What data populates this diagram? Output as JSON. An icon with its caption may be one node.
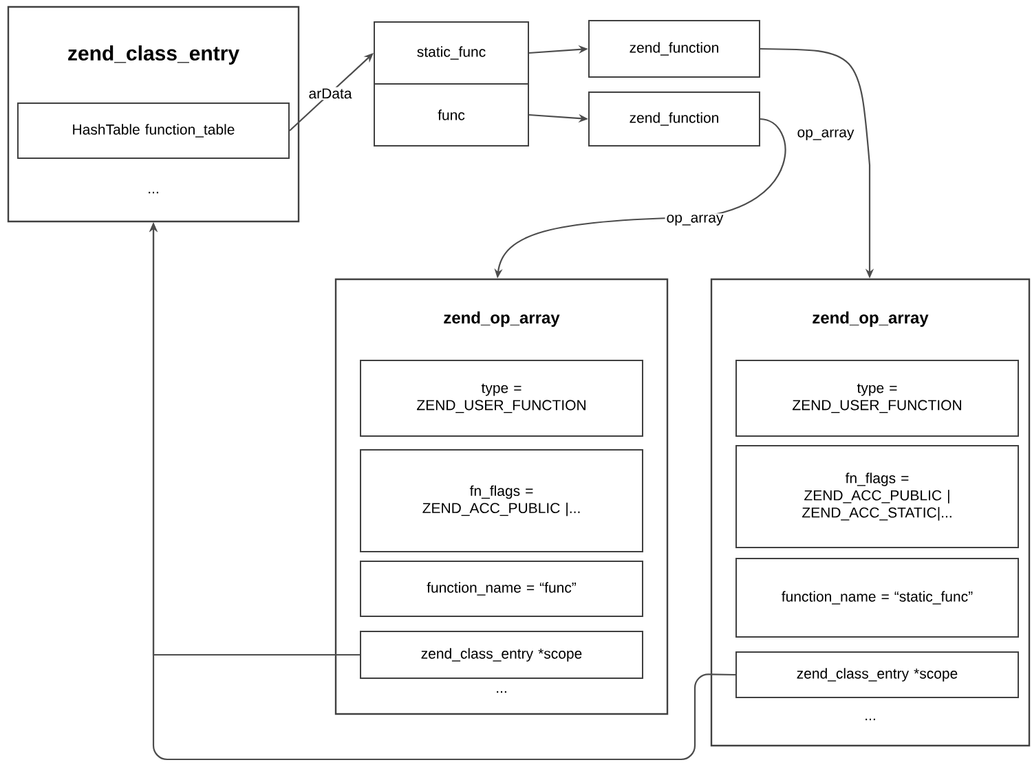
{
  "diagram": {
    "nodes": [
      {
        "text": [
          "zend_class_entry",
          "..."
        ]
      },
      {
        "text": [
          "HashTable function_table"
        ],
        "in": 0
      },
      {
        "text": [
          "static_func"
        ]
      },
      {
        "text": [
          "func"
        ]
      },
      {
        "text": [
          "zend_function"
        ]
      },
      {
        "text": [
          "zend_function"
        ]
      },
      {
        "text": [
          "zend_op_array",
          "..."
        ]
      },
      {
        "text": [
          "type = ZEND_USER_FUNCTION"
        ],
        "in": 6
      },
      {
        "text": [
          "fn_flags = ZEND_ACC_PUBLIC |..."
        ],
        "in": 6
      },
      {
        "text": [
          "function_name = “func”"
        ],
        "in": 6
      },
      {
        "text": [
          "zend_class_entry *scope"
        ],
        "in": 6
      },
      {
        "text": [
          "zend_op_array",
          "..."
        ]
      },
      {
        "text": [
          "type = ZEND_USER_FUNCTION"
        ],
        "in": 11
      },
      {
        "text": [
          "fn_flags = ZEND_ACC_PUBLIC | ZEND_ACC_STATIC|..."
        ],
        "in": 11
      },
      {
        "text": [
          "function_name = “static_func”"
        ],
        "in": 11
      },
      {
        "text": [
          "zend_class_entry *scope"
        ],
        "in": 11
      }
    ],
    "edges": [
      {
        "from": 1,
        "to": 2,
        "arrow": "to",
        "label": "arData"
      },
      {
        "from": 2,
        "to": 4,
        "arrow": "to"
      },
      {
        "from": 3,
        "to": 5,
        "arrow": "to"
      },
      {
        "from": 4,
        "to": 11,
        "arrow": "to",
        "label": "op_array"
      },
      {
        "from": 5,
        "to": 6,
        "arrow": "to",
        "label": "op_array"
      },
      {
        "from": 10,
        "to": 0,
        "arrow": "to"
      },
      {
        "from": 15,
        "to": 0,
        "arrow": "to"
      }
    ]
  }
}
